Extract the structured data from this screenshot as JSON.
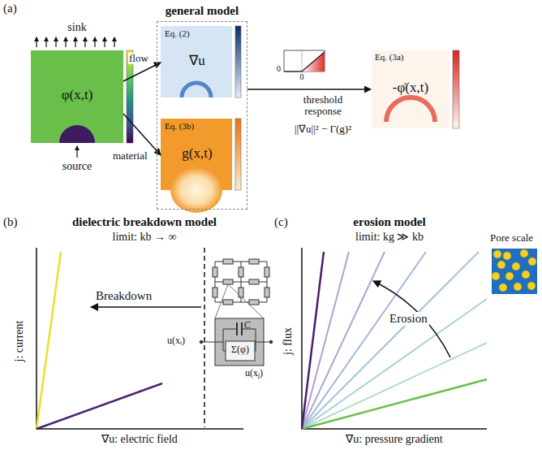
{
  "diagram": {
    "nodes": [
      {
        "text": [
          "φ(x,t)"
        ]
      },
      {
        "text": [
          "general model"
        ]
      },
      {
        "text": [
          "Eq. (2)",
          "∇u"
        ],
        "in": 1
      },
      {
        "text": [
          "Eq. (3b)",
          "g(x,t)"
        ],
        "in": 1
      },
      {
        "text": [
          "Eq. (3a)",
          "-φ̇(x,t)"
        ]
      }
    ],
    "edges": [
      {
        "from": 0,
        "to": 2,
        "label": "flow",
        "arrow": "to"
      },
      {
        "from": 0,
        "to": 3,
        "label": "material",
        "arrow": "to"
      },
      {
        "from": 1,
        "to": 4,
        "label": "threshold response",
        "arrow": "to"
      }
    ],
    "labels": [
      "(a)",
      "sink",
      "source",
      "0",
      "0",
      "||∇u||² − Γ(g)²",
      "(b)",
      "dielectric breakdown model",
      "limit: kb → ∞",
      "j: current",
      "Breakdown",
      "∇u: electric field",
      "C",
      "Σ(φ)",
      "u(xᵢ)",
      "u(xⱼ)",
      "(c)",
      "erosion model",
      "limit: kg ≫ kb",
      "j: flux",
      "Erosion",
      "Pore scale",
      "∇u: pressure gradient"
    ]
  }
}
